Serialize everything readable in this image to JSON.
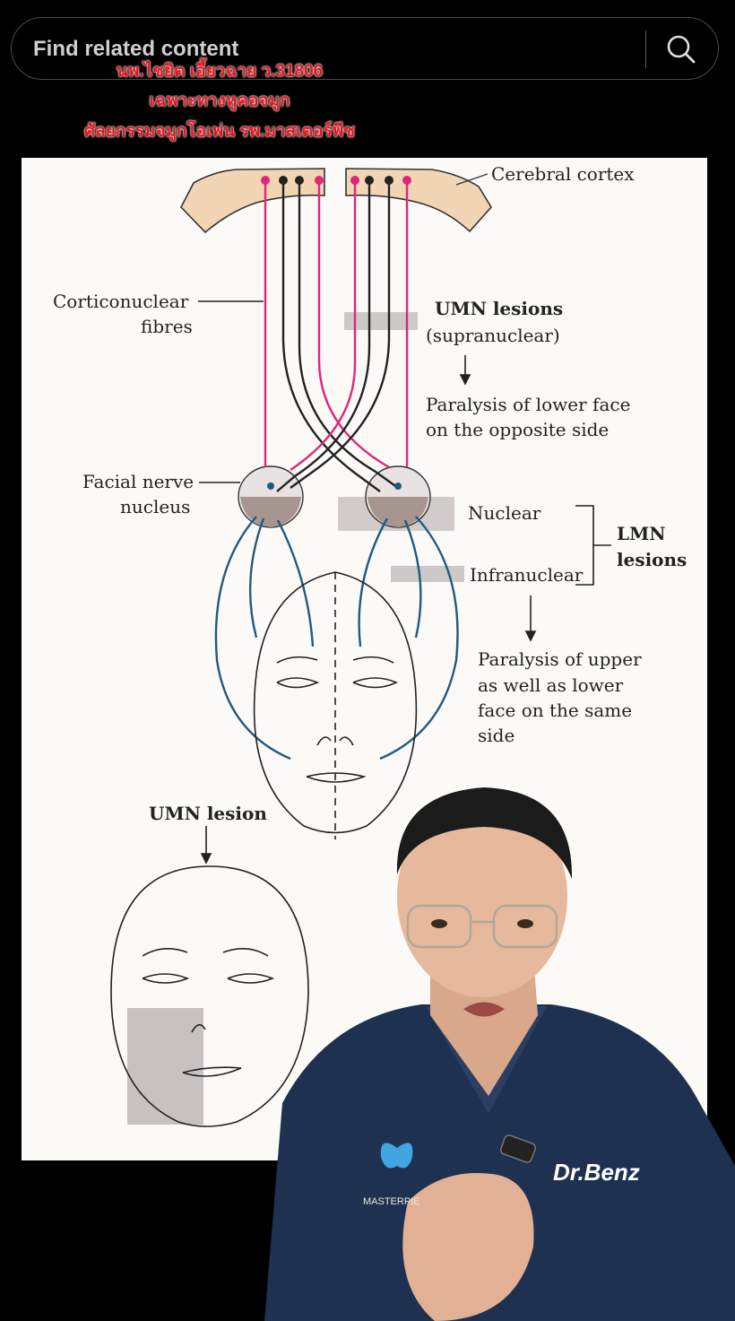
{
  "search": {
    "placeholder": "Find related content"
  },
  "overlay": {
    "line1": "นพ.ไชยิต เอี้ยวฉาย ว.31806",
    "line2": "เฉพาะทางหูคอจมูก",
    "line3": "ศัลยกรรมจมูกโอเพ่น รพ.มาสเตอร์พีช"
  },
  "diagram": {
    "cortex_label": "Cerebral cortex",
    "fibres_label_1": "Corticonuclear",
    "fibres_label_2": "fibres",
    "umn_title": "UMN lesions",
    "umn_sub": "(supranuclear)",
    "umn_effect_1": "Paralysis of lower face",
    "umn_effect_2": "on the opposite side",
    "nucleus_label_1": "Facial nerve",
    "nucleus_label_2": "nucleus",
    "nuclear_label": "Nuclear",
    "infranuclear_label": "Infranuclear",
    "lmn_label_1": "LMN",
    "lmn_label_2": "lesions",
    "lmn_effect_1": "Paralysis of upper",
    "lmn_effect_2": "as well as lower",
    "lmn_effect_3": "face on the same",
    "lmn_effect_4": "side",
    "umn_lesion_label": "UMN lesion"
  },
  "presenter": {
    "shirt_text": "Dr.Benz",
    "logo_text": "MASTERPIE"
  },
  "colors": {
    "pink": "#e0267a",
    "blue": "#1f5a82",
    "lesion_grey": "#c9c3c3",
    "scrub": "#1e3150"
  },
  "icons": [
    "search-icon",
    "butterfly-logo-icon",
    "microphone-icon"
  ]
}
